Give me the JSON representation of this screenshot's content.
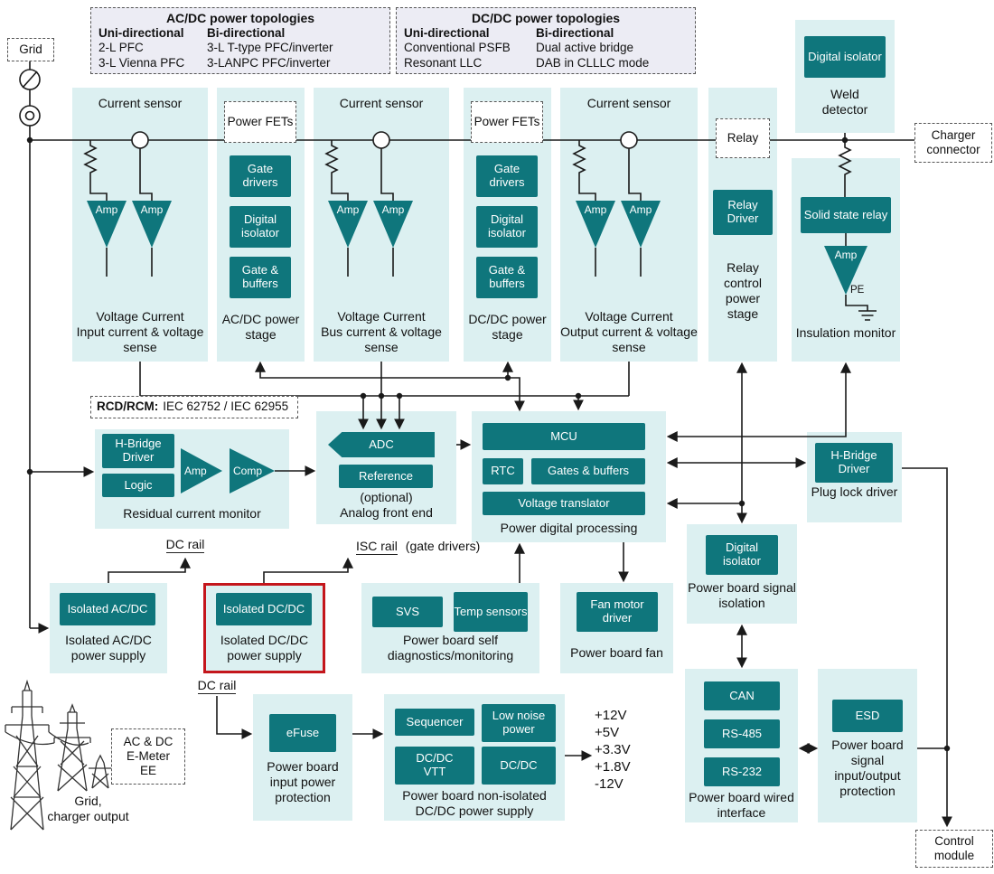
{
  "colors": {
    "teal": "#0f767c",
    "light_panel": "#dcf0f1",
    "topology_bg": "#ececf4",
    "highlight_red": "#c4161c",
    "wire": "#1a1a1a"
  },
  "topology_acdc": {
    "title": "AC/DC power topologies",
    "col1": {
      "header": "Uni-directional",
      "rows": [
        "2-L PFC",
        "3-L Vienna PFC"
      ]
    },
    "col2": {
      "header": "Bi-directional",
      "rows": [
        "3-L T-type PFC/inverter",
        "3-LANPC PFC/inverter"
      ]
    }
  },
  "topology_dcdc": {
    "title": "DC/DC power topologies",
    "col1": {
      "header": "Uni-directional",
      "rows": [
        "Conventional PSFB",
        "Resonant LLC"
      ]
    },
    "col2": {
      "header": "Bi-directional",
      "rows": [
        "Dual active bridge",
        "DAB in CLLLC mode"
      ]
    }
  },
  "grid_label": "Grid",
  "charger_connector": "Charger connector",
  "control_module": "Control module",
  "rcd": {
    "bold": "RCD/RCM:",
    "rest": "IEC 62752 / IEC 62955"
  },
  "rails": {
    "dc_mid": "DC rail",
    "isc": "ISC rail",
    "isc_suffix": "(gate drivers)",
    "dc_bottom": "DC rail"
  },
  "misc": {
    "amp": "Amp",
    "comp": "Comp",
    "pe": "PE",
    "power_fets": "Power FETs",
    "relay": "Relay",
    "current_sensor": "Current sensor"
  },
  "weld": {
    "chip": "Digital isolator",
    "caption": "Weld detector"
  },
  "insulation": {
    "chip": "Solid state relay",
    "caption": "Insulation monitor"
  },
  "sense_input": {
    "line1": "Voltage Current",
    "line2": "Input current & voltage sense"
  },
  "sense_bus": {
    "line1": "Voltage Current",
    "line2": "Bus current & voltage sense"
  },
  "sense_output": {
    "line1": "Voltage Current",
    "line2": "Output current & voltage sense"
  },
  "stage_acdc": {
    "chips": [
      "Gate drivers",
      "Digital isolator",
      "Gate & buffers"
    ],
    "caption": "AC/DC power stage"
  },
  "stage_dcdc": {
    "chips": [
      "Gate drivers",
      "Digital isolator",
      "Gate & buffers"
    ],
    "caption": "DC/DC power stage"
  },
  "relay_stage": {
    "chip": "Relay Driver",
    "caption": "Relay control power stage"
  },
  "residual": {
    "chips": [
      "H-Bridge Driver",
      "Logic"
    ],
    "caption": "Residual current monitor"
  },
  "afe": {
    "chips": [
      "ADC",
      "Reference"
    ],
    "optional": "(optional)",
    "caption": "Analog front end"
  },
  "pdp": {
    "chips": [
      "MCU",
      "RTC",
      "Gates & buffers",
      "Voltage translator"
    ],
    "caption": "Power digital processing"
  },
  "plug_lock": {
    "chip": "H-Bridge Driver",
    "caption": "Plug lock driver"
  },
  "signal_isolation": {
    "chip": "Digital isolator",
    "caption": "Power board signal isolation"
  },
  "iso_acdc": {
    "chip": "Isolated AC/DC",
    "caption": "Isolated AC/DC power supply"
  },
  "iso_dcdc": {
    "chip": "Isolated DC/DC",
    "caption": "Isolated DC/DC power supply"
  },
  "diagnostics": {
    "chips": [
      "SVS",
      "Temp sensors"
    ],
    "caption": "Power board self diagnostics/monitoring"
  },
  "fan": {
    "chip": "Fan motor driver",
    "caption": "Power board fan"
  },
  "efuse": {
    "chip": "eFuse",
    "caption": "Power board input power protection"
  },
  "nonisolated": {
    "chips": [
      "Sequencer",
      "Low noise power",
      "DC/DC VTT",
      "DC/DC"
    ],
    "caption": "Power board non-isolated DC/DC power supply"
  },
  "outputs": [
    "+12V",
    "+5V",
    "+3.3V",
    "+1.8V",
    "-12V"
  ],
  "wired": {
    "chips": [
      "CAN",
      "RS-485",
      "RS-232"
    ],
    "caption": "Power board wired interface"
  },
  "esd": {
    "chip": "ESD",
    "caption": "Power board signal input/output protection"
  },
  "bottom_left": {
    "emeter": [
      "AC & DC",
      "E-Meter",
      "EE"
    ],
    "caption1": "Grid,",
    "caption2": "charger output"
  }
}
